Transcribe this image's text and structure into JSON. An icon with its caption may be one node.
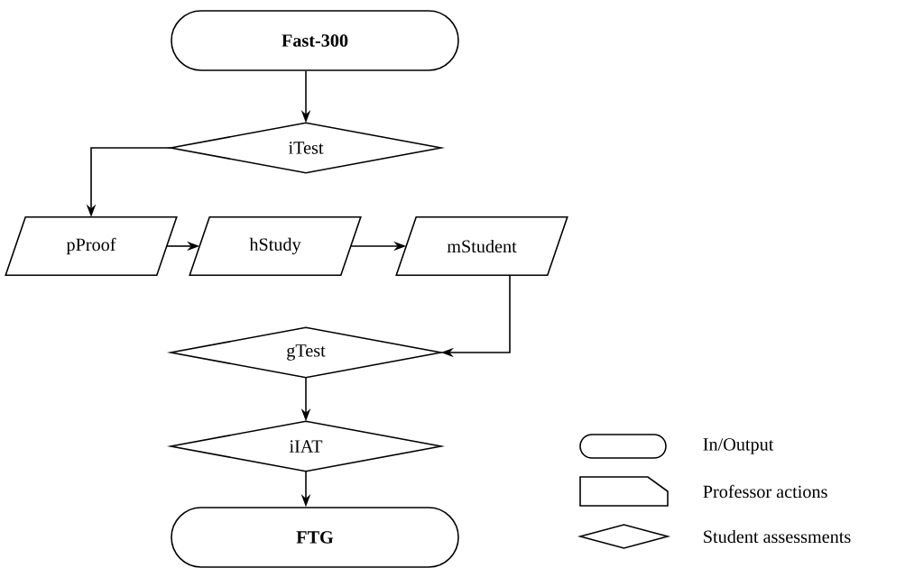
{
  "diagram": {
    "nodes": [
      {
        "text": [
          "Fast-300"
        ]
      },
      {
        "text": [
          "iTest"
        ]
      },
      {
        "text": [
          "pProof"
        ]
      },
      {
        "text": [
          "hStudy"
        ]
      },
      {
        "text": [
          "mStudent"
        ]
      },
      {
        "text": [
          "gTest"
        ]
      },
      {
        "text": [
          "iIAT"
        ]
      },
      {
        "text": [
          "FTG"
        ]
      }
    ],
    "edges": [
      {
        "from": 0,
        "to": 1,
        "arrow": "to"
      },
      {
        "from": 1,
        "to": 2,
        "arrow": "to"
      },
      {
        "from": 2,
        "to": 3,
        "arrow": "to"
      },
      {
        "from": 3,
        "to": 4,
        "arrow": "to"
      },
      {
        "from": 4,
        "to": 5,
        "arrow": "to"
      },
      {
        "from": 5,
        "to": 6,
        "arrow": "to"
      },
      {
        "from": 6,
        "to": 7,
        "arrow": "to"
      }
    ],
    "legend": [
      {
        "text": "In/Output"
      },
      {
        "text": "Professor actions"
      },
      {
        "text": "Student assessments"
      }
    ]
  }
}
